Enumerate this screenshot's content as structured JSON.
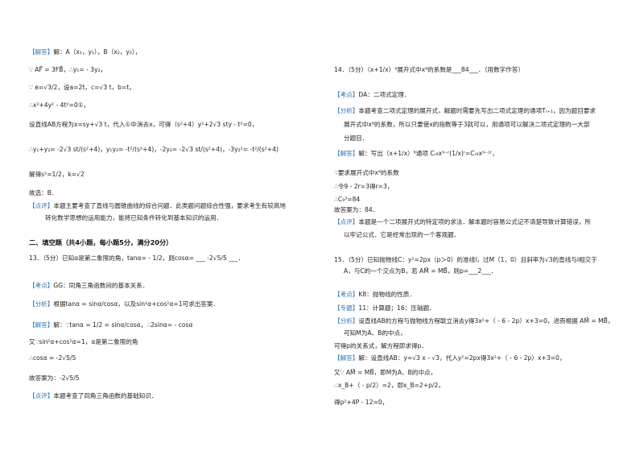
{
  "left": {
    "lines": [
      {
        "tag": "【解答】",
        "text": "解：A（x₁，y₁），B（x₂，y₂），"
      },
      {
        "tag": "",
        "text": "∵ AF⃗ = 3FB⃗，∴y₁= - 3y₂，"
      },
      {
        "tag": "",
        "text": "∵ e=√3/2，设a=2t，c=√3 t，b=t，"
      },
      {
        "tag": "",
        "text": "∴x²+4y² - 4t²=0①，"
      },
      {
        "tag": "",
        "text": "设直线AB方程为x=sy+√3 t，代入①中消去x，可得（s²+4）y²+2√3 sty - t²=0，"
      },
      {
        "tag": "",
        "text": "∴y₁+y₂= -2√3 st/(s²+4)，y₁y₂= -t²/(s²+4)，-2y₂= -2√3 st/(s²+4)，-3y₂²= -t²/(s²+4)"
      },
      {
        "tag": "",
        "text": "解得s²=1/2，k=√2"
      },
      {
        "tag": "",
        "text": "故选：B．"
      },
      {
        "tag": "【点评】",
        "text": "本题主要考查了直线与圆锥曲线的综合问题．此类题问题综合性强，要求考生有较高地"
      },
      {
        "tag": "",
        "text": "转化数学思想的运用能力，能将已知条件转化到基本知识的运用．"
      },
      {
        "tag": "",
        "text": "二、填空题（共4小题，每小题5分，满分20分）"
      },
      {
        "tag": "",
        "text": "13．（5分）已知α是第二象限的角，tanα= - 1/2，则cosα= ___ -2√5/5 ___．"
      },
      {
        "tag": "【考点】",
        "text": "GG：同角三角函数间的基本关系．"
      },
      {
        "tag": "【分析】",
        "text": "根据tanα = sinα/cosα，以及sin²α+cos²α=1可求出答案．"
      },
      {
        "tag": "【解答】",
        "text": "解：∵tanα = 1/2 = sinα/cosα，∴2sinα= - cosα"
      },
      {
        "tag": "",
        "text": "又∵sin²α+cos²α=1，α是第二象限的角"
      },
      {
        "tag": "",
        "text": "∴cosα = -2√5/5"
      },
      {
        "tag": "",
        "text": "故答案为：-2√5/5"
      },
      {
        "tag": "【点评】",
        "text": "本题考查了同角三角函数的基础知识．"
      }
    ]
  },
  "right": {
    "lines": [
      {
        "tag": "",
        "text": "14．（5分）（x+1/x）⁸展开式中x⁶的系数是___84___．（用数字作答）"
      },
      {
        "tag": "【考点】",
        "text": "DA：二项式定理．"
      },
      {
        "tag": "【分析】",
        "text": "本题考查二项式定理的展开式，解题时需要先写出二项式定理的通项Tᵣ₊₁，因为题目要求"
      },
      {
        "tag": "",
        "text": "展开式中x⁶的系数，所以只要使x的指数等于3就可以，用通项可以解决二项式定理的一大部"
      },
      {
        "tag": "",
        "text": "分题目．"
      },
      {
        "tag": "【解答】",
        "text": "解：写出（x+1/x）⁸通项 Cᵣ₉x⁹⁻ʳ(1/x)ʳ=Cᵣ₉x⁹⁻²ʳ，"
      },
      {
        "tag": "",
        "text": "∵要求展开式中x⁶的系数"
      },
      {
        "tag": "",
        "text": "∴令9 - 2r=3得r=3，"
      },
      {
        "tag": "",
        "text": "∴C₉³=84"
      },
      {
        "tag": "",
        "text": "故答案为：84．"
      },
      {
        "tag": "【点评】",
        "text": "本题是一个二项展开式的特定项的求法．解本题时容易公式记不清楚导致计算错误，所"
      },
      {
        "tag": "",
        "text": "以牢记公式．它是经常出现的一个客观题．"
      },
      {
        "tag": "",
        "text": "15．（5分）已知抛物线C：y²=2px（p＞0）的准线l，过M（1，0）且斜率为√3的直线与l相交于"
      },
      {
        "tag": "",
        "text": "A，与C的一个交点为B，若 AM⃗ = MB⃗，则p=___2___．"
      },
      {
        "tag": "【考点】",
        "text": "K8：抛物线的性质．"
      },
      {
        "tag": "【专题】",
        "text": "11：计算题；16：压轴题．"
      },
      {
        "tag": "【分析】",
        "text": "设直线AB的方程与抛物线方程联立消去y得3x²+（ - 6 - 2p）x+3=0，进而根据 AM⃗ = MB⃗，"
      },
      {
        "tag": "",
        "text": "可知M为A、B的中点，"
      },
      {
        "tag": "",
        "text": "可得p的关系式，解方程即求得p．"
      },
      {
        "tag": "【解答】",
        "text": "解：设直线AB：y=√3 x - √3，代入y²=2px得3x²+（ - 6 - 2p）x+3=0，"
      },
      {
        "tag": "",
        "text": "又∵ AM⃗ = MB⃗，即M为A、B的中点，"
      },
      {
        "tag": "",
        "text": "∴x_B+（ - p/2）=2，即x_B=2+p/2，"
      },
      {
        "tag": "",
        "text": "得p²+4P - 12=0，"
      }
    ]
  }
}
